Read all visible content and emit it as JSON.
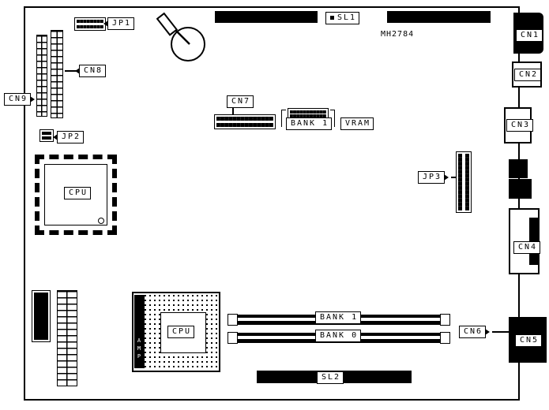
{
  "diagram": {
    "part_number": "MH2784",
    "colors": {
      "line": "#000000",
      "background": "#ffffff"
    },
    "labels": {
      "jp1": "JP1",
      "jp2": "JP2",
      "jp3": "JP3",
      "cn1": "CN1",
      "cn2": "CN2",
      "cn3": "CN3",
      "cn4": "CN4",
      "cn5": "CN5",
      "cn6": "CN6",
      "cn7": "CN7",
      "cn8": "CN8",
      "cn9": "CN9",
      "sl1": "SL1",
      "sl2": "SL2",
      "cpu_qfp": "CPU",
      "cpu_pga": "CPU",
      "vram_bank": "BANK 1",
      "vram": "VRAM",
      "simm_bank1": "BANK 1",
      "simm_bank0": "BANK 0",
      "amp": "AMP"
    }
  }
}
